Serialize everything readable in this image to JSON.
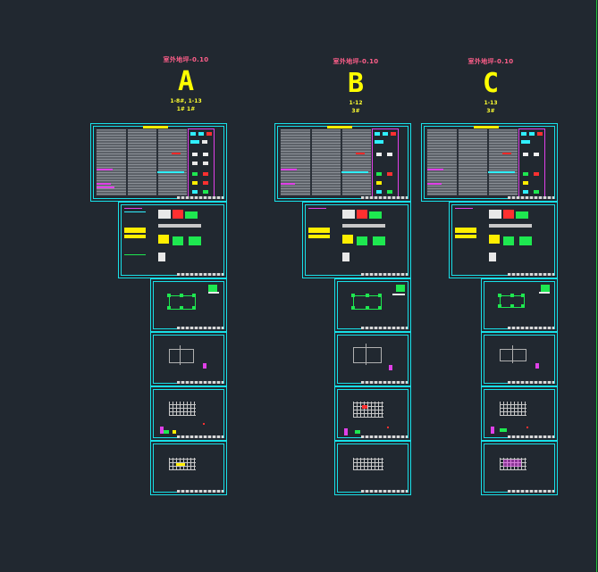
{
  "columns": [
    {
      "id": "A",
      "elevation": "室外地坪-0.10",
      "letter": "A",
      "sub1": "1-8#, 1-13",
      "sub2": "1# 1#"
    },
    {
      "id": "B",
      "elevation": "室外地坪-0.10",
      "letter": "B",
      "sub1": "1-12",
      "sub2": "3#"
    },
    {
      "id": "C",
      "elevation": "室外地坪-0.10",
      "letter": "C",
      "sub1": "1-13",
      "sub2": "3#"
    }
  ],
  "colors": {
    "background": "#212830",
    "frame": "#18e0e8",
    "letter": "#ffff00",
    "elevation": "#ff5f8a",
    "edge": "#22c33a"
  }
}
